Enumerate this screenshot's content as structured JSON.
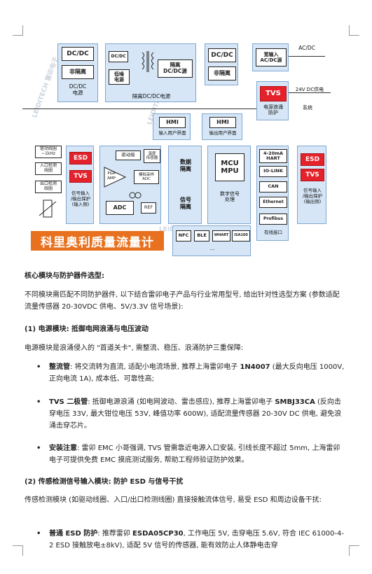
{
  "diagram": {
    "dcdc_left": {
      "top": "DC/DC",
      "middle": "非隔离",
      "caption": "DC/DC\n电源"
    },
    "iso_dcdc": {
      "dcdc": "DC/DC",
      "lownoise": "低噪\n电源",
      "iso": "隔离\nDC/DC源",
      "caption": "隔离DC/DC电源"
    },
    "dcdc_mid": {
      "top": "DC/DC",
      "middle": "非隔离"
    },
    "acdc": {
      "box": "宽输入\nAC/DC源",
      "input": "AC/DC"
    },
    "tvs_block": {
      "box": "TVS",
      "input": "24V DC供电",
      "caption": "电源浪涌\n防护",
      "system": "系统"
    },
    "hmi_in": {
      "box": "HMI",
      "caption": "输入用户界面"
    },
    "hmi_out": {
      "box": "HMI",
      "caption": "输出用户界面"
    },
    "inputs": {
      "drive": "驱动线圈\n~1kHz",
      "entry": "入口检测\n线圈",
      "exit": "出口检测\n线圈"
    },
    "esd_left": {
      "esd": "ESD",
      "tvs": "TVS",
      "caption": "信号输入\n/输出保护\n(输入侧)"
    },
    "analog": {
      "drive": "驱动级",
      "temp": "温度\n传感器",
      "pga": "PGA\nAMP",
      "adc_mod": "模拟采样\nADC",
      "adc": "ADC",
      "ref": "REF"
    },
    "data_iso": {
      "top": "数据\n隔离",
      "bottom": "信号\n隔离"
    },
    "mcu": {
      "box": "MCU\nMPU",
      "caption": "数字信号\n处理"
    },
    "comm": {
      "items": [
        "4-20mA\nHART",
        "IO-LINK",
        "CAN",
        "Ethernet",
        "Profibus"
      ],
      "caption": "有线接口"
    },
    "esd_right": {
      "esd": "ESD",
      "tvs": "TVS",
      "caption": "信号输入\n/输出保护\n(输出侧)"
    },
    "wireless": {
      "items": [
        "NFC",
        "BLE",
        "WHART",
        "ISA100"
      ],
      "more": "..."
    },
    "banner": "科里奥利质量流量计",
    "watermark": "LEIDITECH 雷卯电子"
  },
  "content": {
    "heading1": "核心模块与防护器件选型:",
    "intro": "不同模块需匹配不同防护器件, 以下结合雷卯电子产品与行业常用型号, 给出针对性选型方案 (参数适配流量传感器 20-30VDC 供电、5V/3.3V 信号场景):",
    "sec1": "(1) 电源模块: 抵御电网浪涌与电压波动",
    "sec1_intro": "电源模块是浪涌侵入的 \"首道关卡\", 需整流、稳压、浪涌防护三重保障:",
    "b1_title": "整流管",
    "b1_text": ": 将交流转为直流, 适配小电流场景, 推荐上海雷卯电子 ",
    "b1_part": "1N4007",
    "b1_rest": " (最大反向电压 1000V, 正向电流 1A), 成本低、可靠性高;",
    "b2_title": "TVS 二极管",
    "b2_text": ": 抵御电源浪涌 (如电网波动、雷击感应), 推荐上海雷卯电子 ",
    "b2_part": "SMBJ33CA",
    "b2_rest": " (反向击穿电压 33V, 最大钳位电压 53V, 峰值功率 600W), 适配流量传感器 20-30V DC 供电, 避免浪涌击穿芯片。",
    "b3_title": "安装注意",
    "b3_text": ": 雷卯 EMC 小哥强调, TVS 管需靠近电源入口安装, 引线长度不超过 5mm, 上海雷卯电子可提供免费 EMC 摸底测试服务, 帮助工程师验证防护效果。",
    "sec2": "(2) 传感检测信号输入模块: 防护 ESD 与信号干扰",
    "sec2_intro": "传感检测模块 (如驱动线圈、入口/出口检测线圈) 直接接触流体信号, 易受 ESD 和周边设备干扰:",
    "b4_title": "普通 ESD 防护",
    "b4_text": ": 推荐雷卯 ",
    "b4_part": "ESDA05CP30",
    "b4_rest": ", 工作电压 5V, 击穿电压 5.6V, 符合 IEC 61000-4-2 ESD 接触放电±8kV), 适配 5V 信号的传感器, 能有效防止人体静电击穿"
  }
}
